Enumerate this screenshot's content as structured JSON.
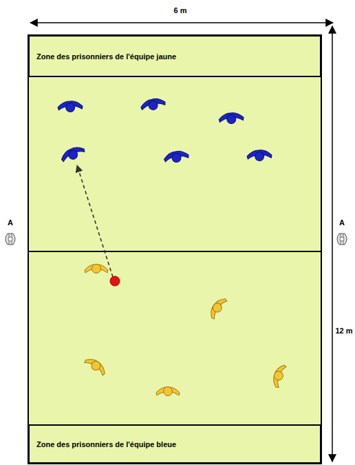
{
  "diagram": {
    "nodes": [
      {
        "text": [
          "Zone des prisonniers de l'équipe jaune"
        ]
      },
      {
        "text": [
          "Zone des prisonniers de l'équipe bleue"
        ]
      }
    ],
    "labels": [
      "6 m",
      "12 m",
      "A",
      "A"
    ]
  }
}
